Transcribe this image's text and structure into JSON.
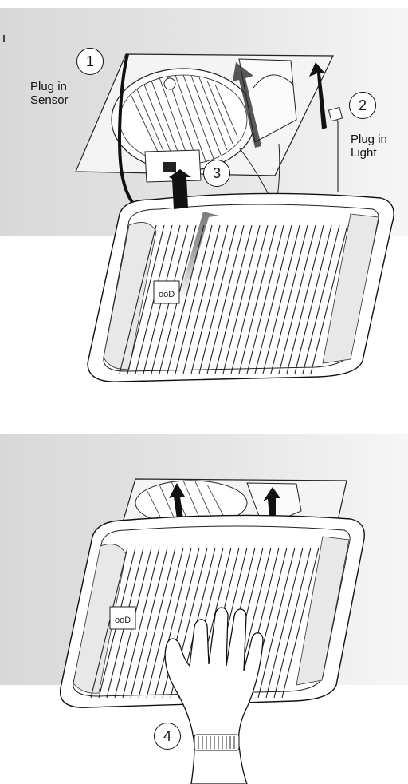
{
  "labels": {
    "sensor": [
      "Plug in",
      "Sensor"
    ],
    "light": [
      "Plug in",
      "Light"
    ]
  },
  "steps": [
    "1",
    "2",
    "3",
    "4"
  ],
  "colors": {
    "background_gradient_start": "#d8d8d8",
    "background_gradient_end": "#f6f6f6",
    "line": "#111111",
    "arrow": "#222222"
  },
  "icons": [
    "arrow-up-icon",
    "hand-icon",
    "plug-connector-icon",
    "sensor-logo-icon"
  ]
}
